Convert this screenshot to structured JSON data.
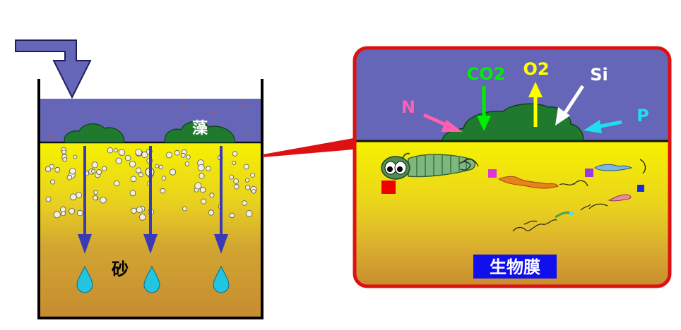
{
  "left_panel": {
    "algae_label": "藻",
    "sand_label": "砂"
  },
  "right_panel": {
    "labels": {
      "co2": "CO2",
      "o2": "O2",
      "si": "Si",
      "n": "N",
      "p": "P",
      "biofilm": "生物膜"
    }
  },
  "colors": {
    "water": "#6666b8",
    "inflow": "#6666b8",
    "algae": "#1f7a2e",
    "sand_top": "#f5f200",
    "sand_bottom": "#c89030",
    "flow_arrow": "#3a3ab8",
    "droplet": "#22c4e0",
    "frame_red": "#dd1111",
    "co2": "#00ee00",
    "o2": "#ffff00",
    "si": "#ffffff",
    "n": "#ff5fb0",
    "p": "#22ddee",
    "biofilm_bg": "#1010ee"
  }
}
